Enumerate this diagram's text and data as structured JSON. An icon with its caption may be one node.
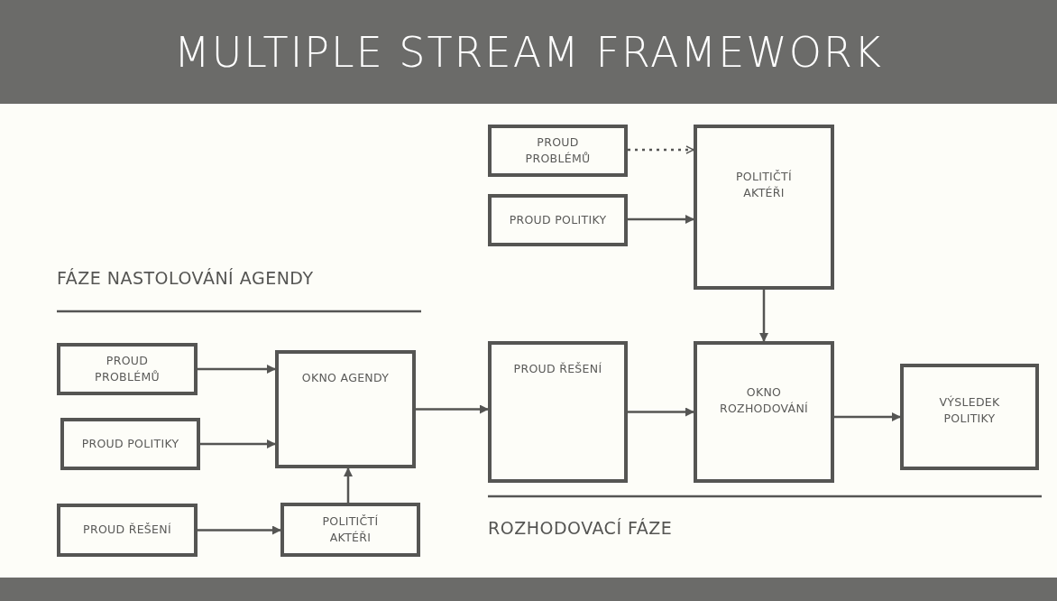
{
  "diagram": {
    "title": "MULTIPLE STREAM FRAMEWORK",
    "nodes": [
      {
        "text": [
          "PROUD PROBLÉMŮ"
        ]
      },
      {
        "text": [
          "POLITIČTÍ AKTÉŘI"
        ]
      },
      {
        "text": [
          "PROUD POLITIKY"
        ]
      },
      {
        "text": [
          "PROUD PROBLÉMŮ"
        ]
      },
      {
        "text": [
          "OKNO AGENDY"
        ]
      },
      {
        "text": [
          "PROUD ŘEŠENÍ"
        ]
      },
      {
        "text": [
          "OKNO ROZHODOVÁNÍ"
        ]
      },
      {
        "text": [
          "VÝSLEDEK POLITIKY"
        ]
      },
      {
        "text": [
          "PROUD POLITIKY"
        ]
      },
      {
        "text": [
          "PROUD ŘEŠENÍ"
        ]
      },
      {
        "text": [
          "POLITIČTÍ AKTÉŘI"
        ]
      }
    ],
    "edges": [
      {
        "from": 0,
        "to": 1,
        "arrow": "to",
        "style": "dashed"
      },
      {
        "from": 2,
        "to": 1,
        "arrow": "to"
      },
      {
        "from": 1,
        "to": 6,
        "arrow": "to"
      },
      {
        "from": 3,
        "to": 4,
        "arrow": "to"
      },
      {
        "from": 8,
        "to": 4,
        "arrow": "to"
      },
      {
        "from": 9,
        "to": 10,
        "arrow": "to"
      },
      {
        "from": 10,
        "to": 4,
        "arrow": "to"
      },
      {
        "from": 4,
        "to": 5,
        "arrow": "to"
      },
      {
        "from": 5,
        "to": 6,
        "arrow": "to"
      },
      {
        "from": 6,
        "to": 7,
        "arrow": "to"
      }
    ],
    "labels": [
      "FÁZE NASTOLOVÁNÍ AGENDY",
      "ROZHODOVACÍ FÁZE"
    ]
  }
}
